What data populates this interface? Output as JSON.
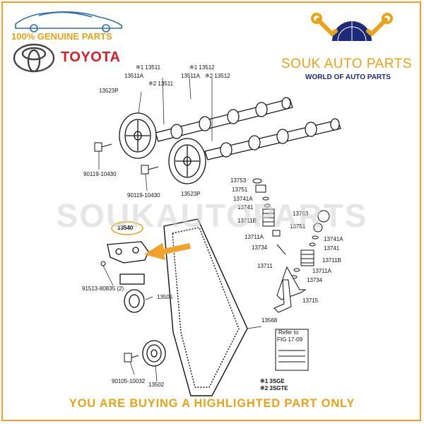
{
  "branding": {
    "genuine_text": "100% GENUINE PARTS",
    "toyota_text": "TOYOTA",
    "shop_name": "SOUK AUTO PARTS",
    "shop_tagline": "WORLD OF AUTO PARTS",
    "watermark": "SOUKAUTOPARTS",
    "accent_color": "#e8a317",
    "brand_red": "#d61f26",
    "navy": "#1d2b7a"
  },
  "footer": {
    "notice": "YOU ARE BUYING A HIGHLIGHTED PART ONLY"
  },
  "diagram": {
    "highlighted_part": "13540",
    "labels": {
      "l_13511": "※1 13511",
      "l_13511a": "13511A",
      "l_2_13511": "※2 13511",
      "l_13512": "※1 13512",
      "l_13511a_b": "13511A",
      "l_2_13512": "※2 13512",
      "l_13523p_top": "13523P",
      "l_90119_a": "90119-10430",
      "l_90119_b": "90119-10430",
      "l_13523p_bot": "13523P",
      "l_13753": "13753",
      "l_13751": "13751",
      "l_13741a": "13741A",
      "l_13741": "13741",
      "l_13711b": "13711B",
      "l_13711a": "13711A",
      "l_13734": "13734",
      "l_13711": "13711",
      "l_13753_r": "13753",
      "l_13751_r": "13751",
      "l_13741a_r": "13741A",
      "l_13741_r": "13741",
      "l_13711b_r": "13711B",
      "l_13711a_r": "13711A",
      "l_13734_r": "13734",
      "l_13715": "13715",
      "l_13540": "13540",
      "l_91513": "91513-80835 (2)",
      "l_13505": "13505",
      "l_13568": "13568",
      "l_refer": "Refer to",
      "l_fig": "FIG 17-09",
      "l_90105": "90105-10032",
      "l_13502": "13502",
      "l_3sge": "※1 3SGE",
      "l_3sgte": "※2 3SGTE"
    }
  }
}
